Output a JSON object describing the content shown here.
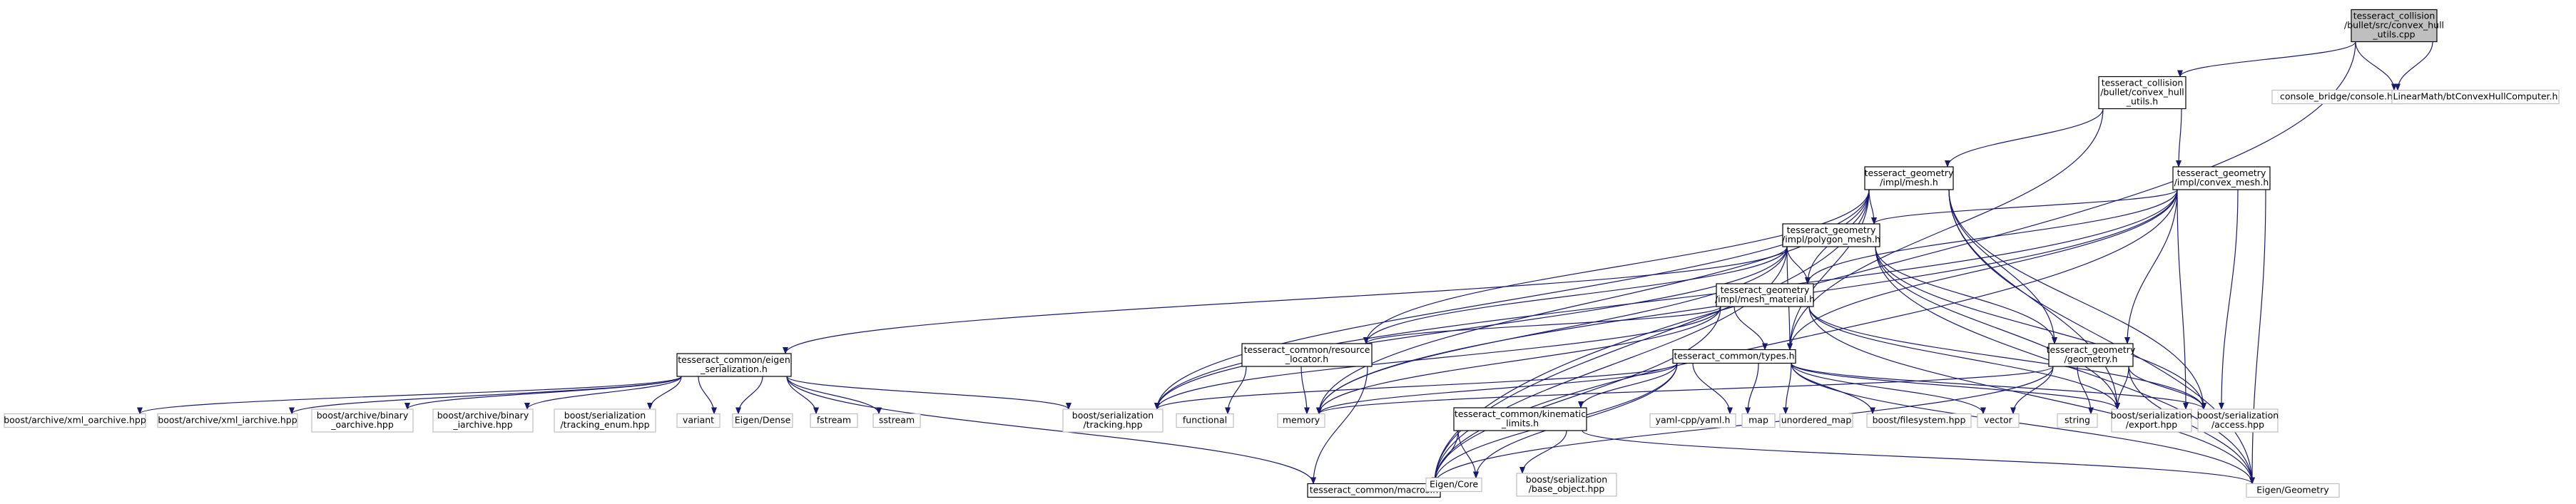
{
  "diagram": {
    "title": "",
    "colors": {
      "edge": "#191970",
      "root_fill": "#bfbfbf",
      "root_border": "#000000",
      "documented_border": "#000000",
      "external_border": "#bfbfbf",
      "node_fill": "#ffffff",
      "text": "#000000"
    },
    "nodes": [
      {
        "id": "root",
        "kind": "root",
        "lines": [
          "tesseract_collision",
          "/bullet/src/convex_hull",
          "_utils.cpp"
        ]
      },
      {
        "id": "cvx_utils_h",
        "kind": "documented",
        "lines": [
          "tesseract_collision",
          "/bullet/convex_hull",
          "_utils.h"
        ]
      },
      {
        "id": "console_h",
        "kind": "external",
        "lines": [
          "console_bridge/console.h"
        ]
      },
      {
        "id": "btconvex",
        "kind": "external",
        "lines": [
          "LinearMath/btConvexHullComputer.h"
        ]
      },
      {
        "id": "mesh_h",
        "kind": "documented",
        "lines": [
          "tesseract_geometry",
          "/impl/mesh.h"
        ]
      },
      {
        "id": "convex_mesh_h",
        "kind": "documented",
        "lines": [
          "tesseract_geometry",
          "/impl/convex_mesh.h"
        ]
      },
      {
        "id": "polygon_mesh_h",
        "kind": "documented",
        "lines": [
          "tesseract_geometry",
          "/impl/polygon_mesh.h"
        ]
      },
      {
        "id": "mesh_material_h",
        "kind": "documented",
        "lines": [
          "tesseract_geometry",
          "/impl/mesh_material.h"
        ]
      },
      {
        "id": "eigen_ser_h",
        "kind": "documented",
        "lines": [
          "tesseract_common/eigen",
          "_serialization.h"
        ]
      },
      {
        "id": "resource_locator_h",
        "kind": "documented",
        "lines": [
          "tesseract_common/resource",
          "_locator.h"
        ]
      },
      {
        "id": "types_h",
        "kind": "documented",
        "lines": [
          "tesseract_common/types.h"
        ]
      },
      {
        "id": "geometry_h",
        "kind": "documented",
        "lines": [
          "tesseract_geometry",
          "/geometry.h"
        ]
      },
      {
        "id": "kinematic_limits_h",
        "kind": "documented",
        "lines": [
          "tesseract_common/kinematic",
          "_limits.h"
        ]
      },
      {
        "id": "macros_h",
        "kind": "documented",
        "lines": [
          "tesseract_common/macros.h"
        ]
      },
      {
        "id": "xml_oarchive",
        "kind": "external",
        "lines": [
          "boost/archive/xml_oarchive.hpp"
        ]
      },
      {
        "id": "xml_iarchive",
        "kind": "external",
        "lines": [
          "boost/archive/xml_iarchive.hpp"
        ]
      },
      {
        "id": "binary_oarchive",
        "kind": "external",
        "lines": [
          "boost/archive/binary",
          "_oarchive.hpp"
        ]
      },
      {
        "id": "binary_iarchive",
        "kind": "external",
        "lines": [
          "boost/archive/binary",
          "_iarchive.hpp"
        ]
      },
      {
        "id": "tracking_enum",
        "kind": "external",
        "lines": [
          "boost/serialization",
          "/tracking_enum.hpp"
        ]
      },
      {
        "id": "variant",
        "kind": "external",
        "lines": [
          "variant"
        ]
      },
      {
        "id": "eigen_dense",
        "kind": "external",
        "lines": [
          "Eigen/Dense"
        ]
      },
      {
        "id": "fstream",
        "kind": "external",
        "lines": [
          "fstream"
        ]
      },
      {
        "id": "sstream",
        "kind": "external",
        "lines": [
          "sstream"
        ]
      },
      {
        "id": "tracking_hpp",
        "kind": "external",
        "lines": [
          "boost/serialization",
          "/tracking.hpp"
        ]
      },
      {
        "id": "functional",
        "kind": "external",
        "lines": [
          "functional"
        ]
      },
      {
        "id": "memory",
        "kind": "external",
        "lines": [
          "memory"
        ]
      },
      {
        "id": "eigen_core",
        "kind": "external",
        "lines": [
          "Eigen/Core"
        ]
      },
      {
        "id": "base_object",
        "kind": "external",
        "lines": [
          "boost/serialization",
          "/base_object.hpp"
        ]
      },
      {
        "id": "yaml_cpp",
        "kind": "external",
        "lines": [
          "yaml-cpp/yaml.h"
        ]
      },
      {
        "id": "map",
        "kind": "external",
        "lines": [
          "map"
        ]
      },
      {
        "id": "unordered_map",
        "kind": "external",
        "lines": [
          "unordered_map"
        ]
      },
      {
        "id": "boost_fs",
        "kind": "external",
        "lines": [
          "boost/filesystem.hpp"
        ]
      },
      {
        "id": "vector",
        "kind": "external",
        "lines": [
          "vector"
        ]
      },
      {
        "id": "string",
        "kind": "external",
        "lines": [
          "string"
        ]
      },
      {
        "id": "export_hpp",
        "kind": "external",
        "lines": [
          "boost/serialization",
          "/export.hpp"
        ]
      },
      {
        "id": "access_hpp",
        "kind": "external",
        "lines": [
          "boost/serialization",
          "/access.hpp"
        ]
      },
      {
        "id": "eigen_geometry",
        "kind": "external",
        "lines": [
          "Eigen/Geometry"
        ]
      }
    ],
    "edges": [
      [
        "root",
        "cvx_utils_h"
      ],
      [
        "root",
        "console_h"
      ],
      [
        "root",
        "btconvex"
      ],
      [
        "root",
        "macros_h"
      ],
      [
        "cvx_utils_h",
        "mesh_h"
      ],
      [
        "cvx_utils_h",
        "convex_mesh_h"
      ],
      [
        "cvx_utils_h",
        "types_h"
      ],
      [
        "mesh_h",
        "polygon_mesh_h"
      ],
      [
        "mesh_h",
        "mesh_material_h"
      ],
      [
        "mesh_h",
        "resource_locator_h"
      ],
      [
        "mesh_h",
        "types_h"
      ],
      [
        "mesh_h",
        "geometry_h"
      ],
      [
        "mesh_h",
        "macros_h"
      ],
      [
        "mesh_h",
        "tracking_hpp"
      ],
      [
        "mesh_h",
        "memory"
      ],
      [
        "mesh_h",
        "export_hpp"
      ],
      [
        "mesh_h",
        "access_hpp"
      ],
      [
        "mesh_h",
        "eigen_geometry"
      ],
      [
        "convex_mesh_h",
        "polygon_mesh_h"
      ],
      [
        "convex_mesh_h",
        "mesh_material_h"
      ],
      [
        "convex_mesh_h",
        "types_h"
      ],
      [
        "convex_mesh_h",
        "geometry_h"
      ],
      [
        "convex_mesh_h",
        "macros_h"
      ],
      [
        "convex_mesh_h",
        "tracking_hpp"
      ],
      [
        "convex_mesh_h",
        "memory"
      ],
      [
        "convex_mesh_h",
        "export_hpp"
      ],
      [
        "convex_mesh_h",
        "access_hpp"
      ],
      [
        "convex_mesh_h",
        "eigen_geometry"
      ],
      [
        "polygon_mesh_h",
        "eigen_ser_h"
      ],
      [
        "polygon_mesh_h",
        "resource_locator_h"
      ],
      [
        "polygon_mesh_h",
        "mesh_material_h"
      ],
      [
        "polygon_mesh_h",
        "types_h"
      ],
      [
        "polygon_mesh_h",
        "geometry_h"
      ],
      [
        "polygon_mesh_h",
        "macros_h"
      ],
      [
        "polygon_mesh_h",
        "tracking_hpp"
      ],
      [
        "polygon_mesh_h",
        "memory"
      ],
      [
        "polygon_mesh_h",
        "export_hpp"
      ],
      [
        "polygon_mesh_h",
        "access_hpp"
      ],
      [
        "polygon_mesh_h",
        "eigen_geometry"
      ],
      [
        "mesh_material_h",
        "resource_locator_h"
      ],
      [
        "mesh_material_h",
        "types_h"
      ],
      [
        "mesh_material_h",
        "macros_h"
      ],
      [
        "mesh_material_h",
        "memory"
      ],
      [
        "mesh_material_h",
        "tracking_hpp"
      ],
      [
        "mesh_material_h",
        "eigen_geometry"
      ],
      [
        "mesh_material_h",
        "export_hpp"
      ],
      [
        "mesh_material_h",
        "access_hpp"
      ],
      [
        "eigen_ser_h",
        "xml_oarchive"
      ],
      [
        "eigen_ser_h",
        "xml_iarchive"
      ],
      [
        "eigen_ser_h",
        "binary_oarchive"
      ],
      [
        "eigen_ser_h",
        "binary_iarchive"
      ],
      [
        "eigen_ser_h",
        "tracking_enum"
      ],
      [
        "eigen_ser_h",
        "variant"
      ],
      [
        "eigen_ser_h",
        "eigen_dense"
      ],
      [
        "eigen_ser_h",
        "fstream"
      ],
      [
        "eigen_ser_h",
        "sstream"
      ],
      [
        "eigen_ser_h",
        "tracking_hpp"
      ],
      [
        "eigen_ser_h",
        "macros_h"
      ],
      [
        "resource_locator_h",
        "functional"
      ],
      [
        "resource_locator_h",
        "memory"
      ],
      [
        "resource_locator_h",
        "macros_h"
      ],
      [
        "types_h",
        "kinematic_limits_h"
      ],
      [
        "types_h",
        "macros_h"
      ],
      [
        "types_h",
        "memory"
      ],
      [
        "types_h",
        "eigen_core"
      ],
      [
        "types_h",
        "yaml_cpp"
      ],
      [
        "types_h",
        "map"
      ],
      [
        "types_h",
        "unordered_map"
      ],
      [
        "types_h",
        "boost_fs"
      ],
      [
        "types_h",
        "vector"
      ],
      [
        "types_h",
        "export_hpp"
      ],
      [
        "types_h",
        "access_hpp"
      ],
      [
        "types_h",
        "tracking_hpp"
      ],
      [
        "types_h",
        "eigen_geometry"
      ],
      [
        "geometry_h",
        "memory"
      ],
      [
        "geometry_h",
        "macros_h"
      ],
      [
        "geometry_h",
        "vector"
      ],
      [
        "geometry_h",
        "string"
      ],
      [
        "geometry_h",
        "export_hpp"
      ],
      [
        "geometry_h",
        "access_hpp"
      ],
      [
        "geometry_h",
        "eigen_geometry"
      ],
      [
        "kinematic_limits_h",
        "eigen_core"
      ],
      [
        "kinematic_limits_h",
        "base_object"
      ],
      [
        "kinematic_limits_h",
        "macros_h"
      ],
      [
        "kinematic_limits_h",
        "eigen_geometry"
      ]
    ]
  }
}
